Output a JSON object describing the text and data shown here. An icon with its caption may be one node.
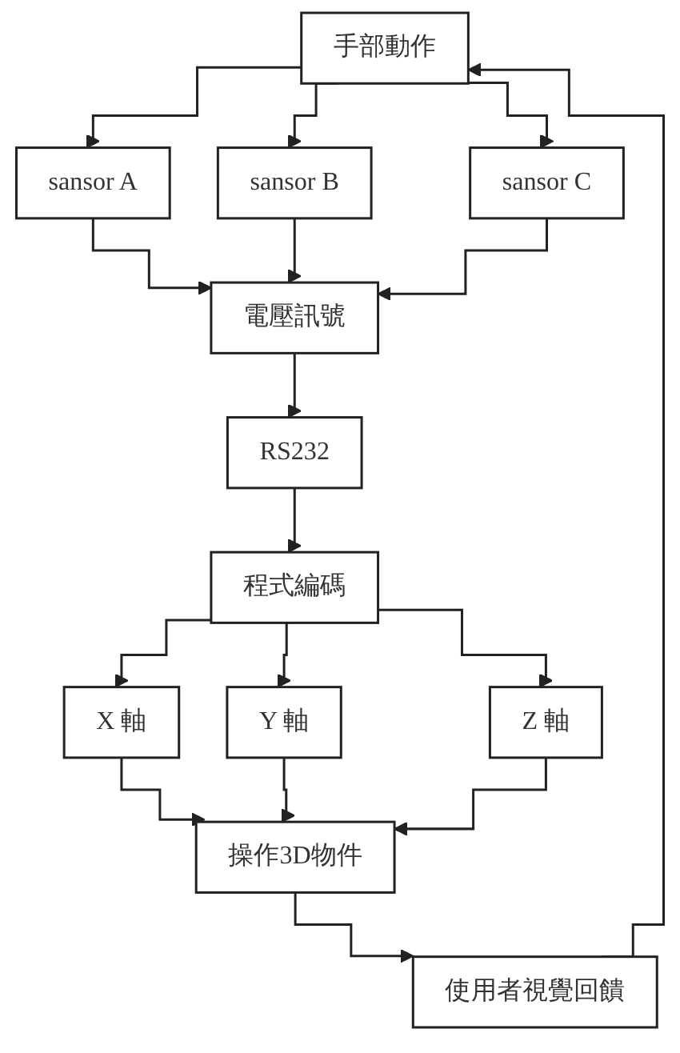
{
  "diagram": {
    "nodes": [
      {
        "text": [
          "手部動作"
        ]
      },
      {
        "text": [
          "sansor A"
        ]
      },
      {
        "text": [
          "sansor B"
        ]
      },
      {
        "text": [
          "sansor C"
        ]
      },
      {
        "text": [
          "電壓訊號"
        ]
      },
      {
        "text": [
          "RS232"
        ]
      },
      {
        "text": [
          "程式編碼"
        ]
      },
      {
        "text": [
          "X 軸"
        ]
      },
      {
        "text": [
          "Y 軸"
        ]
      },
      {
        "text": [
          "Z 軸"
        ]
      },
      {
        "text": [
          "操作3D物件"
        ]
      },
      {
        "text": [
          "使用者視覺回饋"
        ]
      }
    ],
    "edges": [
      {
        "from": 0,
        "to": 1,
        "arrow": "to"
      },
      {
        "from": 0,
        "to": 2,
        "arrow": "to"
      },
      {
        "from": 0,
        "to": 3,
        "arrow": "to"
      },
      {
        "from": 1,
        "to": 4,
        "arrow": "to"
      },
      {
        "from": 2,
        "to": 4,
        "arrow": "to"
      },
      {
        "from": 3,
        "to": 4,
        "arrow": "to"
      },
      {
        "from": 4,
        "to": 5,
        "arrow": "to"
      },
      {
        "from": 5,
        "to": 6,
        "arrow": "to"
      },
      {
        "from": 6,
        "to": 7,
        "arrow": "to"
      },
      {
        "from": 6,
        "to": 8,
        "arrow": "to"
      },
      {
        "from": 6,
        "to": 9,
        "arrow": "to"
      },
      {
        "from": 7,
        "to": 10,
        "arrow": "to"
      },
      {
        "from": 8,
        "to": 10,
        "arrow": "to"
      },
      {
        "from": 9,
        "to": 10,
        "arrow": "to"
      },
      {
        "from": 10,
        "to": 11,
        "arrow": "to"
      },
      {
        "from": 11,
        "to": 0,
        "arrow": "to"
      }
    ]
  }
}
